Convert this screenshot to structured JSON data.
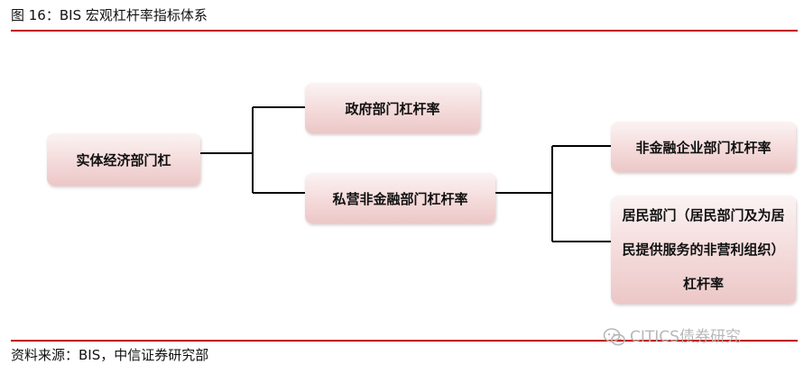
{
  "header": {
    "title": "图 16：BIS 宏观杠杆率指标体系"
  },
  "footer": {
    "source": "资料来源：BIS，中信证券研究部"
  },
  "watermark": {
    "text": "CITICS债券研究",
    "icon": "wechat-icon",
    "color": "#b8b8b8"
  },
  "colors": {
    "rule": "#c00000",
    "box_fill": "#f4dada"
  },
  "diagram": {
    "nodes": {
      "root": "实体经济部门杠",
      "government": "政府部门杠杆率",
      "private_nonfinancial": "私营非金融部门杠杆率",
      "nonfinancial_corporate": "非金融企业部门杠杆率",
      "household": "居民部门（居民部门及为居民提供服务的非营利组织）杠杆率"
    }
  }
}
